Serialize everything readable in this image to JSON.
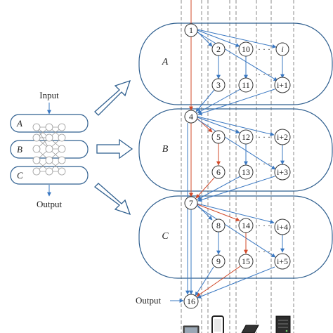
{
  "left_panel": {
    "input_label": "Input",
    "output_label": "Output",
    "blocks": [
      "A",
      "B",
      "C"
    ]
  },
  "stages": [
    {
      "label": "A"
    },
    {
      "label": "B"
    },
    {
      "label": "C"
    }
  ],
  "nodes": {
    "n1": "1",
    "n2": "2",
    "n3": "3",
    "n10": "10",
    "n11": "11",
    "ni": "i",
    "ni1": "i+1",
    "n4": "4",
    "n5": "5",
    "n6": "6",
    "n12": "12",
    "n13": "13",
    "ni2": "i+2",
    "ni3": "i+3",
    "n7": "7",
    "n8": "8",
    "n9": "9",
    "n14": "14",
    "n15": "15",
    "ni4": "i+4",
    "ni5": "i+5",
    "n16": "16"
  },
  "ellipsis": "· · ·",
  "output_node_label": "Output",
  "device_icons": [
    "laptop-icon",
    "phone-icon",
    "tablet-icon",
    "server-icon"
  ],
  "colors": {
    "line_blue": "#3a78c2",
    "line_red": "#d24a2a",
    "stroke_dark": "#333333",
    "dash_gray": "#8a8a8a",
    "panel_blue": "#2f5f8f"
  }
}
